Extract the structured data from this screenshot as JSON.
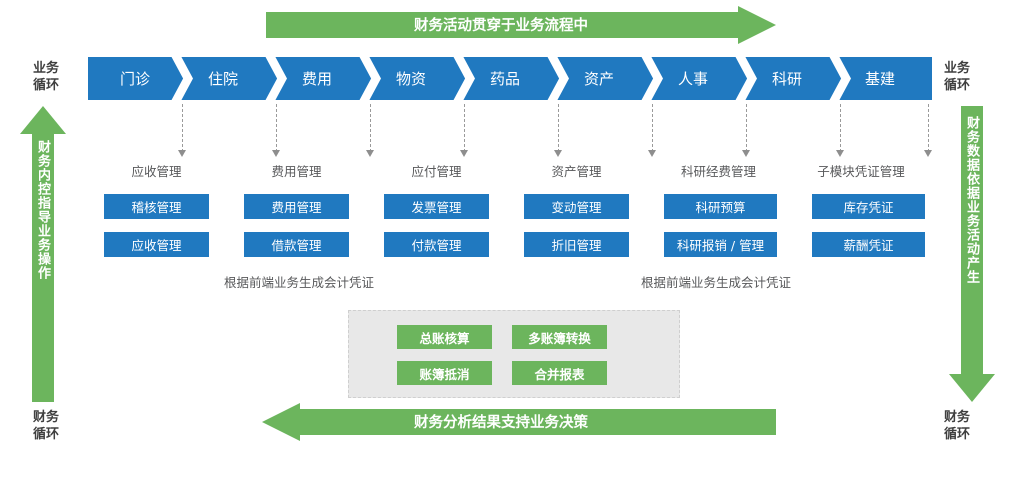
{
  "corners": {
    "top_left": "业务\n循环",
    "top_right": "业务\n循环",
    "bottom_left": "财务\n循环",
    "bottom_right": "财务\n循环"
  },
  "arrows": {
    "top": {
      "label": "财务活动贯穿于业务流程中",
      "direction": "right",
      "color": "#6cb55d"
    },
    "bottom": {
      "label": "财务分析结果支持业务决策",
      "direction": "left",
      "color": "#6cb55d"
    },
    "left": {
      "label": "财务内控指导业务操作",
      "direction": "up",
      "color": "#6cb55d"
    },
    "right": {
      "label": "财务数据依据业务活动产生",
      "direction": "down",
      "color": "#6cb55d"
    }
  },
  "process_band": {
    "color": "#2079c0",
    "steps": [
      {
        "label": "门诊"
      },
      {
        "label": "住院"
      },
      {
        "label": "费用"
      },
      {
        "label": "物资"
      },
      {
        "label": "药品"
      },
      {
        "label": "资产"
      },
      {
        "label": "人事"
      },
      {
        "label": "科研"
      },
      {
        "label": "基建"
      }
    ]
  },
  "columns": [
    {
      "caption": "应收管理",
      "boxes": [
        "稽核管理",
        "应收管理"
      ]
    },
    {
      "caption": "费用管理",
      "boxes": [
        "费用管理",
        "借款管理"
      ]
    },
    {
      "caption": "应付管理",
      "boxes": [
        "发票管理",
        "付款管理"
      ]
    },
    {
      "caption": "资产管理",
      "boxes": [
        "变动管理",
        "折旧管理"
      ]
    },
    {
      "caption": "科研经费管理",
      "boxes": [
        "科研预算",
        "科研报销 / 管理"
      ]
    },
    {
      "caption": "子模块凭证管理",
      "boxes": [
        "库存凭证",
        "薪酬凭证"
      ]
    }
  ],
  "notes": {
    "left": "根据前端业务生成会计凭证",
    "right": "根据前端业务生成会计凭证"
  },
  "ledger_panel": {
    "background": "#e8e8e8",
    "box_color": "#6cb55d",
    "boxes": [
      "总账核算",
      "多账簿转换",
      "账簿抵消",
      "合并报表"
    ]
  }
}
